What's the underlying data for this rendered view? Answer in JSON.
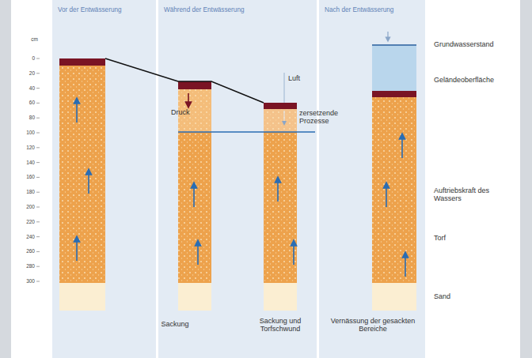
{
  "diagram": {
    "nodes": [
      {
        "text": [
          "Vor der Entwässerung"
        ]
      },
      {
        "text": [
          "Während der Entwässerung"
        ]
      },
      {
        "text": [
          "Nach der Entwässerung"
        ]
      }
    ],
    "labels": [
      "cm",
      "0",
      "20",
      "40",
      "60",
      "80",
      "100",
      "120",
      "140",
      "160",
      "180",
      "200",
      "220",
      "240",
      "260",
      "280",
      "300",
      "Luft",
      "Druck",
      "zersetzende Prozesse",
      "Sackung",
      "Sackung und Torfschwund",
      "Vernässung der gesackten Bereiche",
      "Grundwasserstand",
      "Geländeoberfläche",
      "Auftriebskraft des Wassers",
      "Torf",
      "Sand"
    ]
  }
}
